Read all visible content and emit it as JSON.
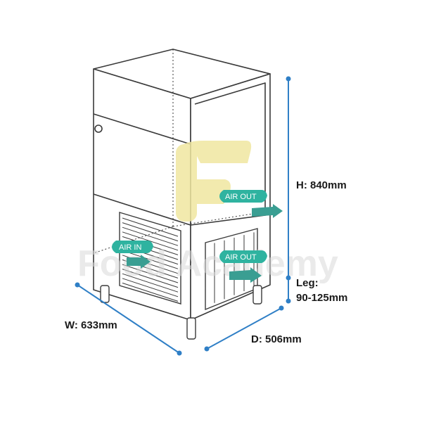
{
  "dimensions": {
    "height": "H: 840mm",
    "leg_line1": "Leg:",
    "leg_line2": "90-125mm",
    "width": "W: 633mm",
    "depth": "D: 506mm"
  },
  "airflow": {
    "air_out_top": "AIR OUT",
    "air_out_bottom": "AIR OUT",
    "air_in": "AIR IN"
  },
  "watermark": {
    "text": "Food Academy"
  },
  "colors": {
    "outline": "#3a3a3a",
    "dimension_line": "#2f7fc6",
    "air_badge": "#2fb3a0",
    "air_arrow": "#3a9e92",
    "watermark_logo": "#f0e7a0"
  }
}
